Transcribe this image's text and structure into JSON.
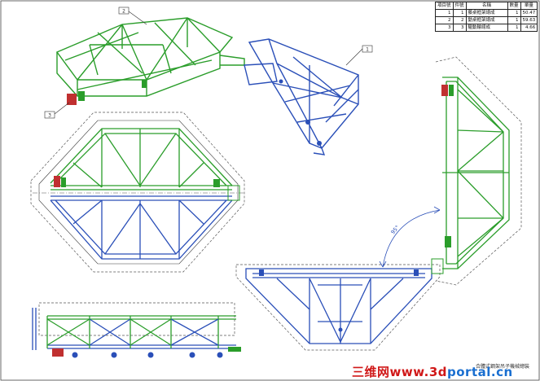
{
  "colors": {
    "green": "#2a9d2a",
    "blue": "#2a4fb8",
    "outline": "#3a3a3a",
    "dash": "#555555",
    "red": "#c03030",
    "bom_border": "#222222"
  },
  "bom": {
    "headers": [
      "項目號",
      "件號",
      "名稱",
      "數量",
      "單量"
    ],
    "rows": [
      [
        "1",
        "1",
        "藤桌框架總成",
        "1",
        "50.47"
      ],
      [
        "2",
        "2",
        "動桌框架總成",
        "1",
        "59.63"
      ],
      [
        "3",
        "3",
        "驅動輪總成",
        "1",
        "4.66"
      ]
    ]
  },
  "balloons": [
    "2",
    "1",
    "3"
  ],
  "angle_label": "95°",
  "footer_text": "合體式鋼架吊子機械總裝",
  "watermark": {
    "part1": "三维网",
    "part2": "www.3d",
    "part3": "portal.cn"
  }
}
